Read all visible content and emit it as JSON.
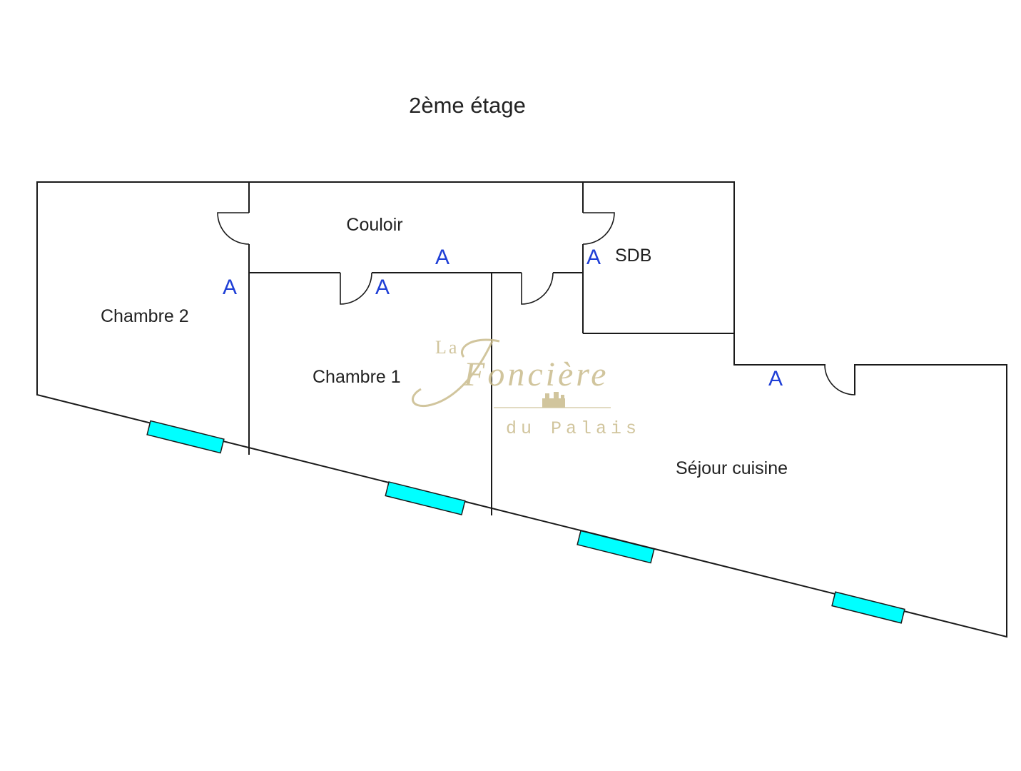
{
  "title": "2ème étage",
  "rooms": {
    "couloir": "Couloir",
    "sdb": "SDB",
    "chambre2": "Chambre 2",
    "chambre1": "Chambre 1",
    "sejour": "Séjour cuisine"
  },
  "marker_letter": "A",
  "colors": {
    "wall": "#1a1a1a",
    "window": "#00ffff",
    "marker": "#1f3fd6",
    "logo": "#c9bb8c"
  },
  "logo": {
    "la": "La",
    "name": "Foncière",
    "sub": "du Palais"
  }
}
